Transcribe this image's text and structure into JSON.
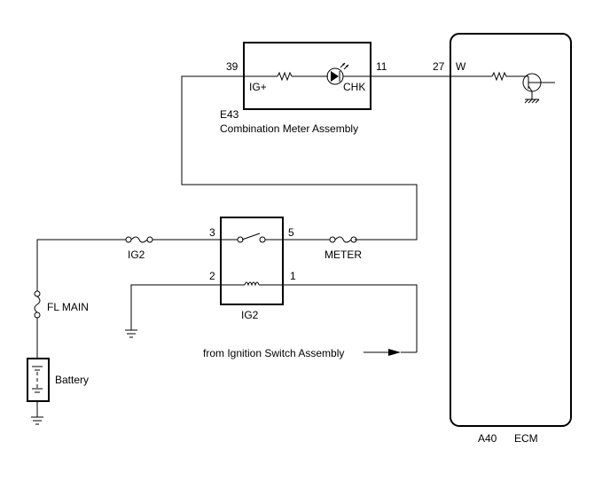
{
  "meter": {
    "connector": "E43",
    "name": "Combination Meter Assembly",
    "pin_ig": "39",
    "label_ig": "IG+",
    "pin_chk": "11",
    "label_chk": "CHK"
  },
  "ecm": {
    "connector": "A40",
    "name": "ECM",
    "pin": "27",
    "wire_color": "W"
  },
  "relay": {
    "name": "IG2",
    "pin_3": "3",
    "pin_5": "5",
    "pin_2": "2",
    "pin_1": "1"
  },
  "fuses": {
    "ig2": "IG2",
    "meter": "METER",
    "fl_main": "FL MAIN"
  },
  "battery": {
    "label": "Battery"
  },
  "ignition": {
    "label": "from Ignition Switch Assembly"
  }
}
